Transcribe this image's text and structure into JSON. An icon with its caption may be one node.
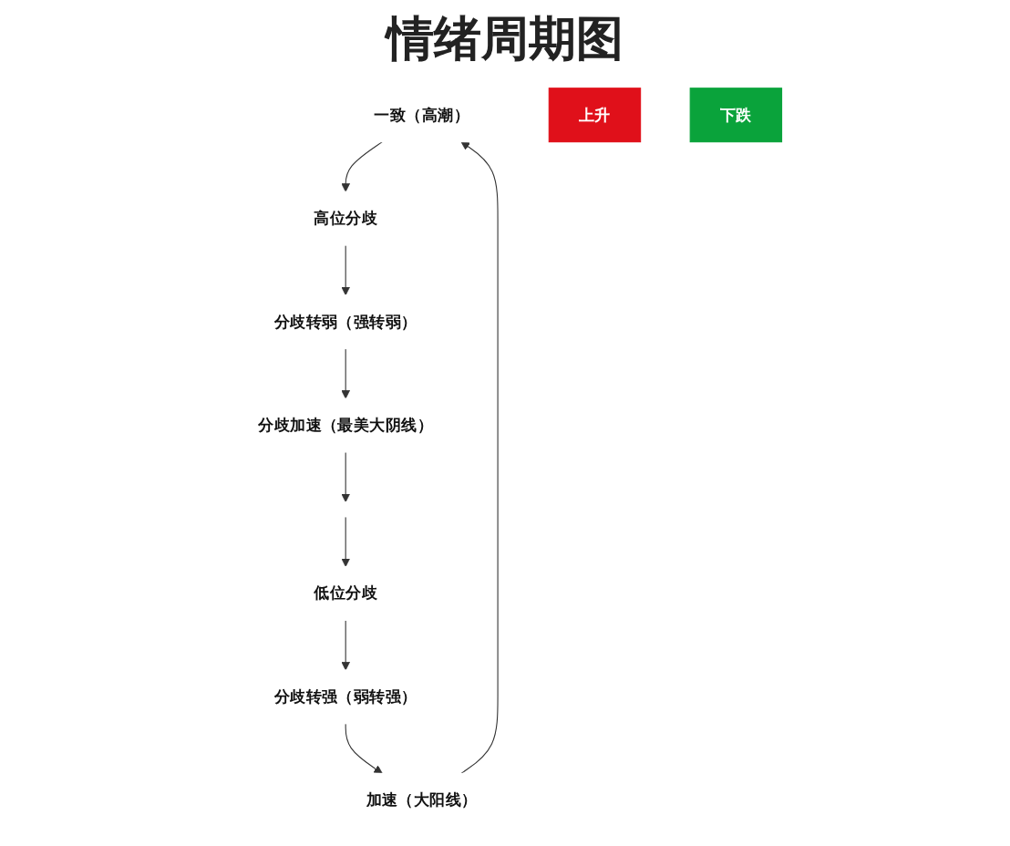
{
  "diagram": {
    "title": "情绪周期图",
    "nodes": [
      {
        "text": [
          "一致（高潮）"
        ]
      },
      {
        "text": [
          "加速（大阳线）"
        ]
      },
      {
        "text": [
          "高位分歧"
        ]
      },
      {
        "text": [
          "分歧转强（弱转强）"
        ]
      },
      {
        "text": [
          "上升"
        ]
      },
      {
        "text": [
          "下跌"
        ]
      },
      {
        "text": [
          "分歧转弱（强转弱）"
        ]
      },
      {
        "text": [
          "低位分歧"
        ]
      },
      {
        "text": [
          "分歧加速（最美大阴线）"
        ]
      },
      {
        "text": [],
        "shape": "circle"
      }
    ],
    "edges": [
      {
        "from": 1,
        "to": 0,
        "arrow": "to"
      },
      {
        "from": 0,
        "to": 2,
        "arrow": "to"
      },
      {
        "from": 2,
        "to": 6,
        "arrow": "to"
      },
      {
        "from": 6,
        "to": 8,
        "arrow": "to"
      },
      {
        "from": 8,
        "to": 9,
        "arrow": "to"
      },
      {
        "from": 9,
        "to": 7,
        "arrow": "to"
      },
      {
        "from": 7,
        "to": 3,
        "arrow": "to"
      },
      {
        "from": 3,
        "to": 1,
        "arrow": "to"
      }
    ]
  }
}
